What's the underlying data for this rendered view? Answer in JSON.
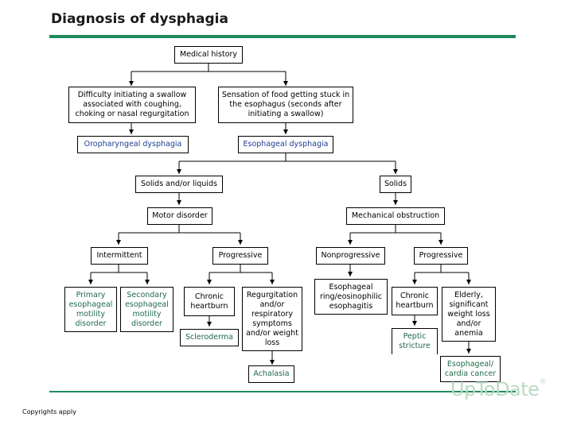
{
  "title": "Diagnosis of dysphagia",
  "nodes": {
    "medical_history": "Medical history",
    "difficulty": "Difficulty initiating a swallow associated with coughing, choking or nasal regurgitation",
    "sensation": "Sensation of food getting stuck in the esophagus (seconds after initiating a swallow)",
    "oropharyngeal": "Oropharyngeal dysphagia",
    "esophageal": "Esophageal dysphagia",
    "solids_liquids": "Solids and/or liquids",
    "solids": "Solids",
    "motor": "Motor disorder",
    "mechanical": "Mechanical obstruction",
    "intermittent": "Intermittent",
    "progressive_left": "Progressive",
    "nonprogressive": "Nonprogressive",
    "progressive_right": "Progressive",
    "primary": "Primary esophageal motility disorder",
    "secondary": "Secondary esophageal motility disorder",
    "chronic_heartburn_left": "Chronic heartburn",
    "regurgitation": "Regurgitation and/or respiratory symptoms and/or weight loss",
    "ring": "Esophageal ring/eosinophilic esophagitis",
    "chronic_heartburn_right": "Chronic heartburn",
    "elderly": "Elderly, significant weight loss and/or anemia",
    "scleroderma": "Scleroderma",
    "achalasia": "Achalasia",
    "peptic": "Peptic stricture",
    "cancer": "Esophageal/ cardia cancer"
  },
  "logo": "UpToDate",
  "logo_mark": "®",
  "copyright": "Copyrights apply",
  "colors": {
    "accent": "#1f8a5b",
    "blue_text": "#1f3f95",
    "green_text": "#1f6b4a"
  }
}
